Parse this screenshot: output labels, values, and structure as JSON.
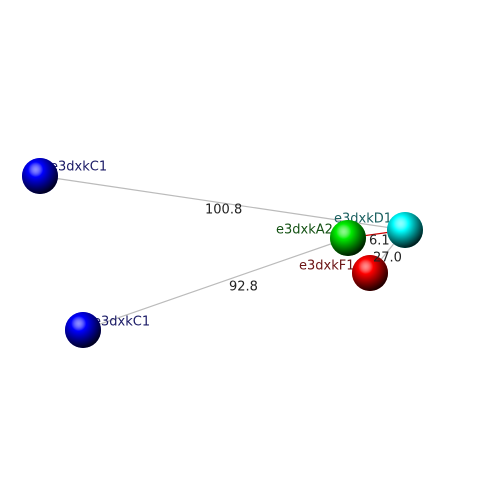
{
  "atoms": [
    {
      "id": "c1a",
      "label": "e3dxkC1",
      "color": "#0000ff",
      "label_color": "#1a1a66"
    },
    {
      "id": "c1b",
      "label": "e3dxkC1",
      "color": "#0000ff",
      "label_color": "#1a1a66"
    },
    {
      "id": "a2",
      "label": "e3dxkA2",
      "color": "#00ee00",
      "label_color": "#145214"
    },
    {
      "id": "d1",
      "label": "e3dxkD1",
      "color": "#00ffff",
      "label_color": "#1a5f5f"
    },
    {
      "id": "f1",
      "label": "e3dxkF1",
      "color": "#ff0000",
      "label_color": "#6b1414"
    }
  ],
  "bonds": [
    {
      "from": "c1a",
      "to": "d1",
      "distance": "100.8",
      "color": "#bbbbbb"
    },
    {
      "from": "c1b",
      "to": "a2",
      "distance": "92.8",
      "color": "#bbbbbb"
    },
    {
      "from": "a2",
      "to": "d1",
      "distance": "6.1",
      "color": "#cc0000"
    },
    {
      "from": "d1",
      "to": "f1",
      "distance": "27.0",
      "color": "#bbbbbb"
    }
  ]
}
